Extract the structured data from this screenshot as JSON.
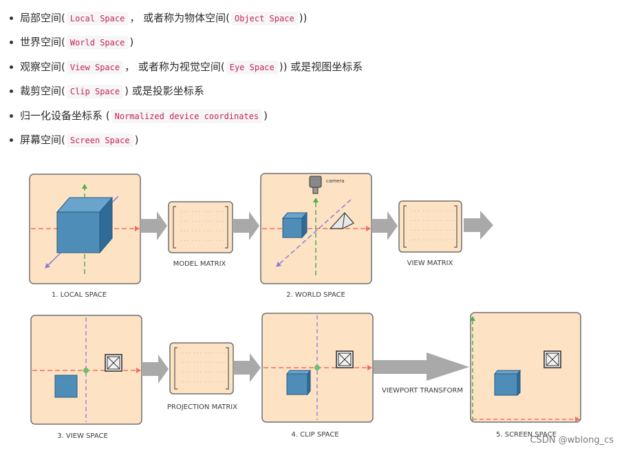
{
  "space_list": [
    {
      "before": "局部空间(",
      "code": "Local Space",
      "after": "， 或者称为物体空间(",
      "code2": "Object Space",
      "after2": "))"
    },
    {
      "before": "世界空间(",
      "code": "World Space",
      "after": ")",
      "code2": "",
      "after2": ""
    },
    {
      "before": "观察空间(",
      "code": "View Space",
      "after": "， 或者称为视觉空间(",
      "code2": "Eye Space",
      "after2": ")) 或是视图坐标系"
    },
    {
      "before": "裁剪空间(",
      "code": "Clip Space",
      "after": ") 或是投影坐标系",
      "code2": "",
      "after2": ""
    },
    {
      "before": "归一化设备坐标系 (",
      "code": "Normalized device coordinates",
      "after": ")",
      "code2": "",
      "after2": ""
    },
    {
      "before": "屏幕空间(",
      "code": "Screen Space",
      "after": ")",
      "code2": "",
      "after2": ""
    }
  ],
  "diagram": {
    "spaces": {
      "local": "1. LOCAL SPACE",
      "world": "2. WORLD SPACE",
      "view": "3. VIEW SPACE",
      "clip": "4. CLIP SPACE",
      "screen": "5. SCREEN SPACE"
    },
    "matrices": {
      "model": "MODEL MATRIX",
      "view": "VIEW MATRIX",
      "projection": "PROJECTION MATRIX"
    },
    "viewport_transform": "VIEWPORT TRANSFORM",
    "camera_label": "camera",
    "matrix_cell": "···"
  },
  "colors": {
    "panel_fill": "#fde3c4",
    "panel_stroke": "#6e6e6e",
    "cube_front": "#4f8db9",
    "cube_side": "#2f6b96",
    "axis_red": "#f26d60",
    "axis_green": "#4caf50",
    "axis_purple": "#8c7ad9",
    "arrow_gray": "#a9a9a9"
  },
  "watermark": "CSDN @wblong_cs"
}
